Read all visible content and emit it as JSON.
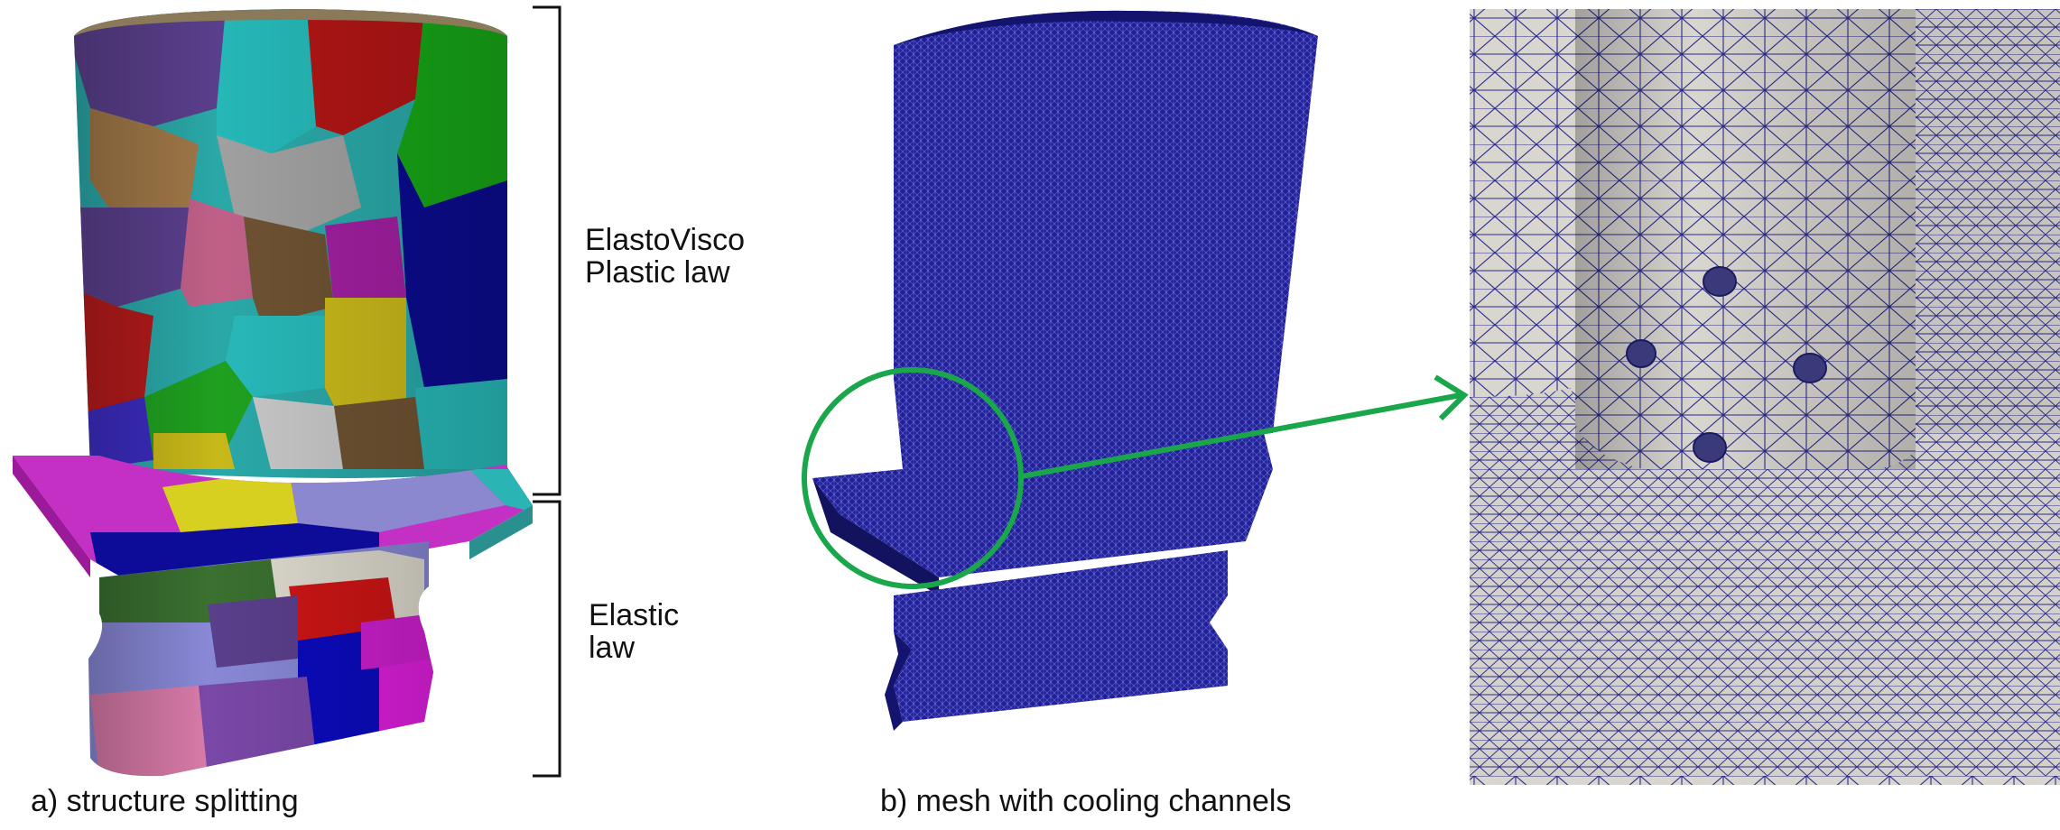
{
  "captions": {
    "a": "a) structure splitting",
    "b": "b) mesh with cooling channels"
  },
  "brackets": {
    "upper_line1": "ElastoVisco",
    "upper_line2": "Plastic law",
    "lower_line1": "Elastic",
    "lower_line2": "law"
  },
  "colors": {
    "mesh_blue": "#1a1a8c",
    "mesh_gray": "#d6d2cc",
    "highlight_green": "#1aa64b"
  }
}
